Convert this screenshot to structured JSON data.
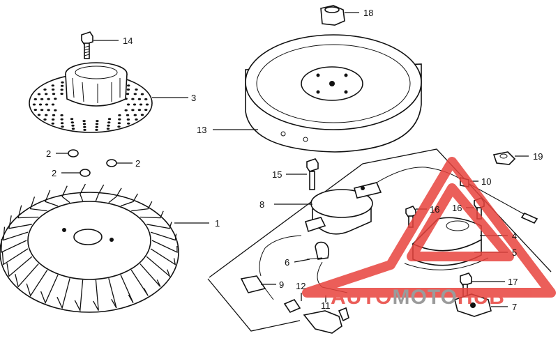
{
  "callouts": [
    "18",
    "14",
    "3",
    "13",
    "2",
    "2",
    "2",
    "19",
    "15",
    "10",
    "8",
    "16",
    "16",
    "1",
    "4",
    "5",
    "6",
    "9",
    "12",
    "17",
    "11",
    "7"
  ],
  "watermark": {
    "part1": "AUTO",
    "part2": "MOTO",
    "part3": "HUB",
    "colors": {
      "red": "#e8433d",
      "grey": "#8a8a8a",
      "triangle": "#e8433d"
    }
  }
}
